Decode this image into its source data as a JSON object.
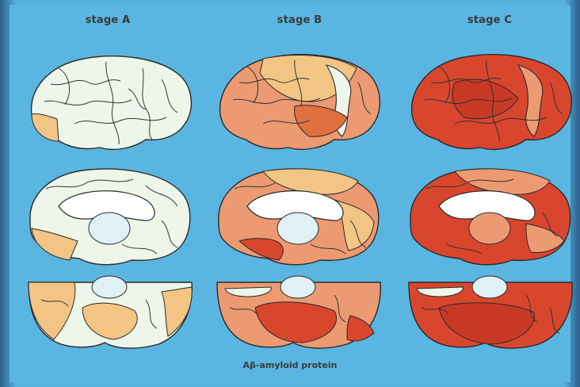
{
  "stages": [
    {
      "label": "stage A"
    },
    {
      "label": "stage B"
    },
    {
      "label": "stage C"
    }
  ],
  "caption": "Aβ-amyloid protein",
  "colors": {
    "background": "#57b3de",
    "none": "#eef6ea",
    "light": "#f2c585",
    "moderate": "#ec9a72",
    "heavy": "#d9462e",
    "outline": "#2a2a2a"
  }
}
